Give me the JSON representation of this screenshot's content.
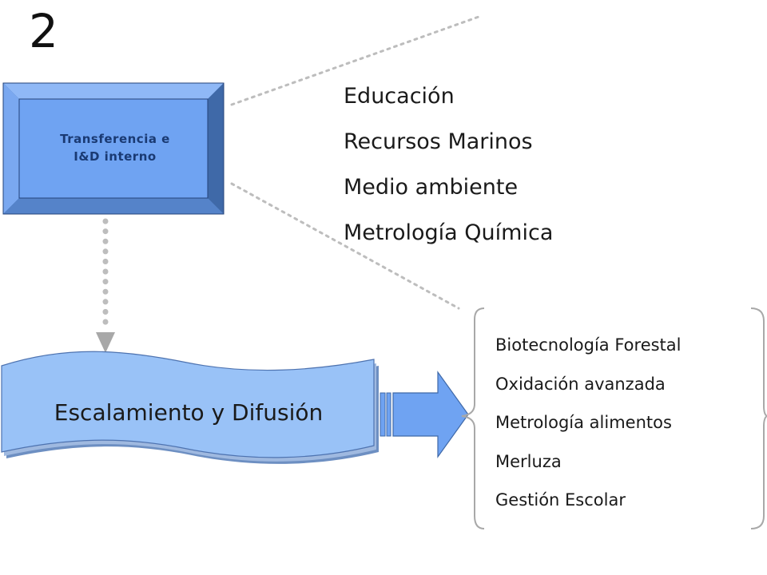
{
  "slide": {
    "number": "2"
  },
  "nodes": {
    "transfer_box": {
      "label": "Transferencia  e\nI&D interno"
    },
    "scaling_banner": {
      "label": "Escalamiento y Difusión"
    }
  },
  "areas": [
    "Educación",
    "Recursos Marinos",
    "Medio ambiente",
    "Metrología Química"
  ],
  "projects": [
    "Biotecnología Forestal",
    "Oxidación avanzada",
    "Metrología alimentos",
    "Merluza",
    "Gestión Escolar"
  ],
  "colors": {
    "box_face": "#6fa3f2",
    "box_bevel_light": "#8fb8f6",
    "box_bevel_dark": "#3f69a8",
    "box_bevel_mid": "#5583c9",
    "banner_fill": "#99c2f7",
    "banner_shadow": "#6d8fc2",
    "arrow_fill": "#6fa3f2",
    "connector_gray": "#a8a8a8",
    "dots_gray": "#bdbdbd"
  }
}
